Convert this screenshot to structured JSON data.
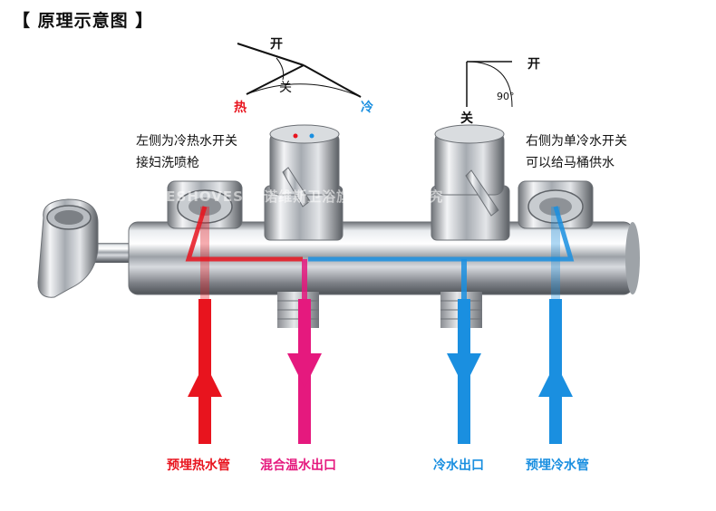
{
  "title": "【 原理示意图 】",
  "left_dial": {
    "open": "开",
    "close": "关",
    "hot": "热",
    "cold": "冷"
  },
  "right_dial": {
    "open": "开",
    "close": "关",
    "angle": "90°"
  },
  "notes": {
    "left_line1": "左侧为冷热水开关",
    "left_line2": "接妇洗喷枪",
    "right_line1": "右侧为单冷水开关",
    "right_line2": "可以给马桶供水"
  },
  "watermark": "GESHOVES 吉诺维斯卫浴旗舰店 盗图必究",
  "bottom_labels": {
    "hot_inlet": "预埋热水管",
    "mixed_outlet": "混合温水出口",
    "cold_outlet": "冷水出口",
    "cold_inlet": "预埋冷水管"
  },
  "colors": {
    "hot": "#e8141e",
    "mixed": "#e5197e",
    "cold": "#1a8fe0"
  }
}
